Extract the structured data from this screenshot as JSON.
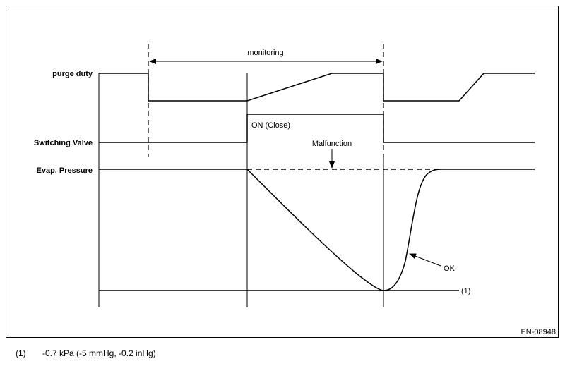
{
  "labels": {
    "purge_duty": "purge duty",
    "switching_valve": "Switching Valve",
    "evap_pressure": "Evap. Pressure"
  },
  "annotations": {
    "monitoring": "monitoring",
    "on_close": "ON (Close)",
    "malfunction": "Malfunction",
    "ok": "OK",
    "ref_1": "(1)"
  },
  "figure_id": "EN-08948",
  "footnote": {
    "number": "(1)",
    "text": "-0.7 kPa (-5 mmHg, -0.2 inHg)"
  }
}
